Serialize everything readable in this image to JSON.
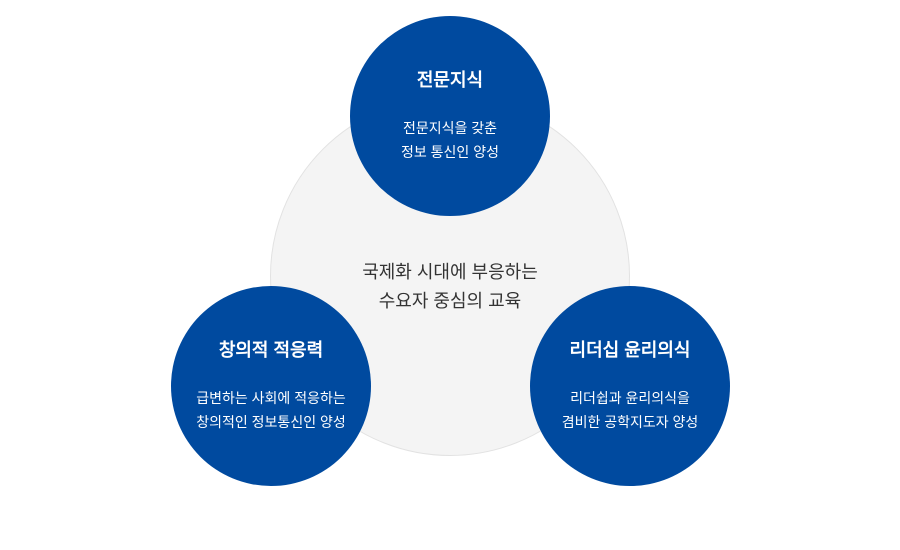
{
  "center": {
    "line1": "국제화 시대에 부응하는",
    "line2": "수요자 중심의 교육"
  },
  "circles": [
    {
      "title": "전문지식",
      "line1": "전문지식을 갖춘",
      "line2": "정보 통신인 양성"
    },
    {
      "title": "창의적 적응력",
      "line1": "급변하는 사회에 적응하는",
      "line2": "창의적인 정보통신인 양성"
    },
    {
      "title": "리더십 윤리의식",
      "line1": "리더쉽과 윤리의식을",
      "line2": "겸비한 공학지도자 양성"
    }
  ],
  "colors": {
    "primary": "#004a9f",
    "center_bg": "#f4f4f4"
  }
}
